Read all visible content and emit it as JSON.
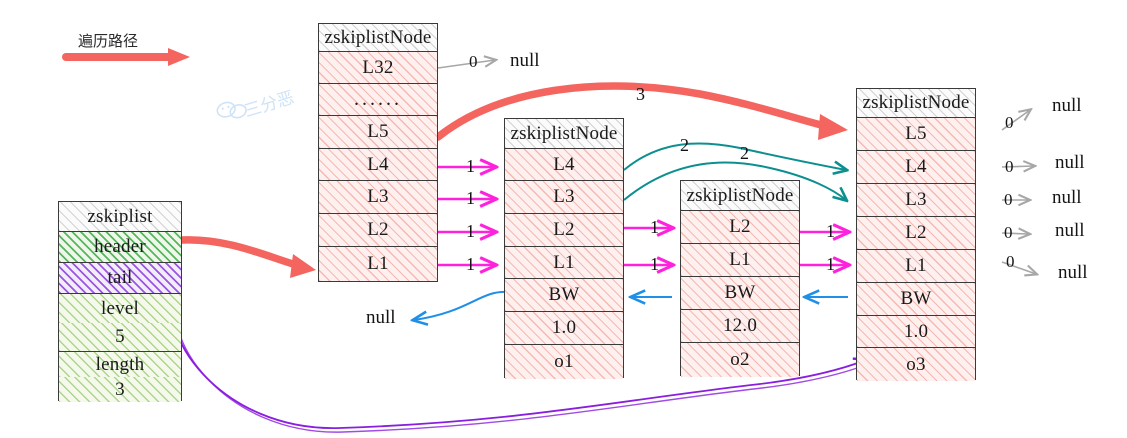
{
  "diagram": {
    "title_hint": "Redis zskiplist structure traversal diagram",
    "annotation": {
      "traversal_label": "遍历路径",
      "watermark_text": "三分恶"
    },
    "colors": {
      "traverse_red": "#f4655f",
      "span_magenta": "#ff22dd",
      "span_teal": "#0d8f8f",
      "backward_blue": "#1f8fe8",
      "tail_purple": "#8a1ede",
      "null_grey": "#9a9a9a",
      "header_green": "#3caa46",
      "box_border": "#3a3a3a"
    },
    "zskiplist": {
      "title": "zskiplist",
      "fields": [
        {
          "label": "header",
          "value": ""
        },
        {
          "label": "tail",
          "value": ""
        },
        {
          "label": "level",
          "value": "5"
        },
        {
          "label": "length",
          "value": "3"
        }
      ]
    },
    "nodes": [
      {
        "name": "header-node",
        "title": "zskiplistNode",
        "rows": [
          "L32",
          "......",
          "L5",
          "L4",
          "L3",
          "L2",
          "L1"
        ]
      },
      {
        "name": "node-o1",
        "title": "zskiplistNode",
        "rows": [
          "L4",
          "L3",
          "L2",
          "L1",
          "BW",
          "1.0",
          "o1"
        ]
      },
      {
        "name": "node-o2",
        "title": "zskiplistNode",
        "rows": [
          "L2",
          "L1",
          "BW",
          "12.0",
          "o2"
        ]
      },
      {
        "name": "node-o3",
        "title": "zskiplistNode",
        "rows": [
          "L5",
          "L4",
          "L3",
          "L2",
          "L1",
          "BW",
          "1.0",
          "o3"
        ]
      }
    ],
    "span_labels": {
      "header_to_o1": [
        "1",
        "1",
        "1",
        "1"
      ],
      "o1_to_o2": [
        "1",
        "1"
      ],
      "o2_to_o3": [
        "1",
        "1"
      ],
      "o1_to_o3_teal": [
        "2",
        "2"
      ],
      "header_to_o3_red": "3"
    },
    "null_labels": {
      "header_l32": {
        "span": "0",
        "target": "null"
      },
      "right_side": [
        {
          "span": "0",
          "target": "null"
        },
        {
          "span": "0",
          "target": "null"
        },
        {
          "span": "0",
          "target": "null"
        },
        {
          "span": "0",
          "target": "null"
        },
        {
          "span": "0",
          "target": "null"
        }
      ],
      "backward_null": "null"
    }
  }
}
